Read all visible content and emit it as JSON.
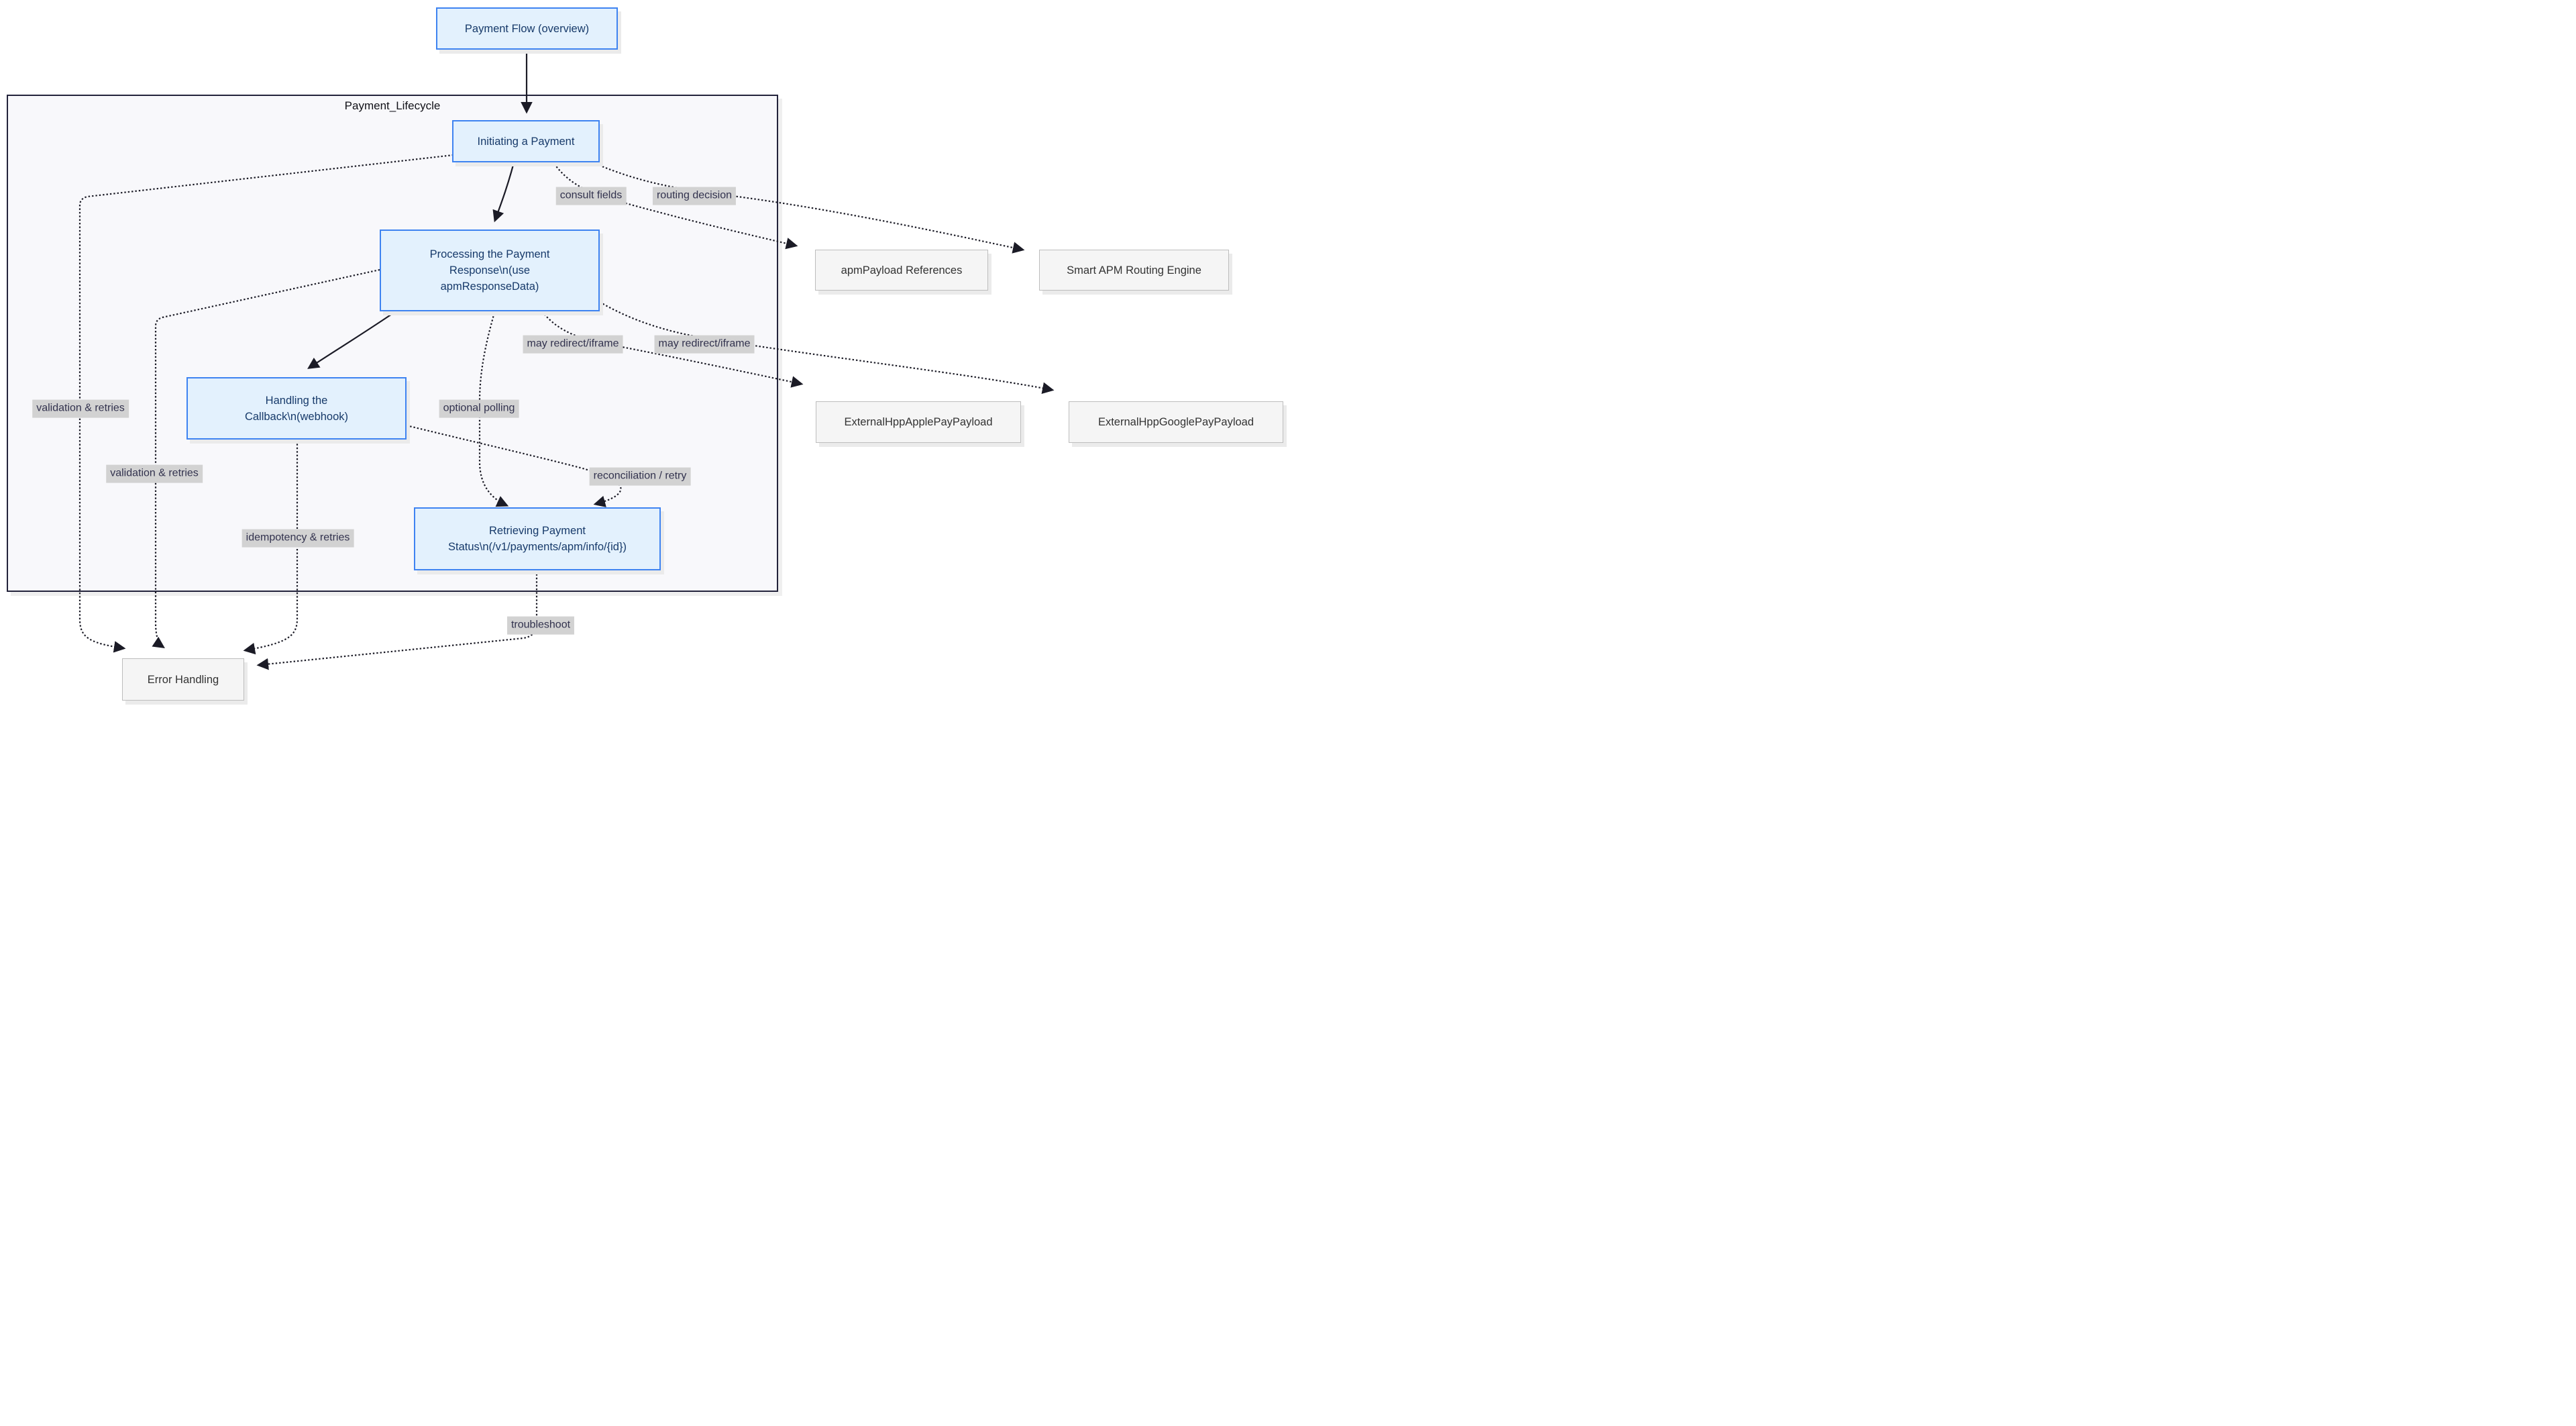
{
  "cluster": {
    "label": "Payment_Lifecycle"
  },
  "nodes": {
    "overview": {
      "lines": [
        "Payment Flow (overview)"
      ]
    },
    "initiating": {
      "lines": [
        "Initiating a Payment"
      ]
    },
    "processing": {
      "lines": [
        "Processing the Payment",
        "Response\\n(use",
        "apmResponseData)"
      ]
    },
    "handling": {
      "lines": [
        "Handling the",
        "Callback\\n(webhook)"
      ]
    },
    "retrieving": {
      "lines": [
        "Retrieving Payment",
        "Status\\n(/v1/payments/apm/info/{id})"
      ]
    },
    "apm_payload_refs": {
      "lines": [
        "apmPayload References"
      ]
    },
    "smart_routing": {
      "lines": [
        "Smart APM Routing Engine"
      ]
    },
    "apple_payload": {
      "lines": [
        "ExternalHppApplePayPayload"
      ]
    },
    "google_payload": {
      "lines": [
        "ExternalHppGooglePayPayload"
      ]
    },
    "error_handling": {
      "lines": [
        "Error Handling"
      ]
    }
  },
  "edge_labels": {
    "consult_fields": "consult fields",
    "routing_decision": "routing decision",
    "may_redirect_1": "may redirect/iframe",
    "may_redirect_2": "may redirect/iframe",
    "validation_retries_1": "validation & retries",
    "validation_retries_2": "validation & retries",
    "idempotency_retries": "idempotency & retries",
    "optional_polling": "optional polling",
    "reconciliation_retry": "reconciliation / retry",
    "troubleshoot": "troubleshoot"
  },
  "colors": {
    "node_fill": "#e3f1fd",
    "node_border": "#3e83f1",
    "node_text": "#173a6a",
    "gray_fill": "#f5f5f5",
    "gray_border": "#bdbdbd",
    "gray_text": "#333333",
    "cluster_border": "#23233b",
    "cluster_fill": "#f8f8fb",
    "edge_label_bg": "#d2d2d2",
    "edge_label_text": "#32324e",
    "edge_line": "#1b1b26"
  }
}
